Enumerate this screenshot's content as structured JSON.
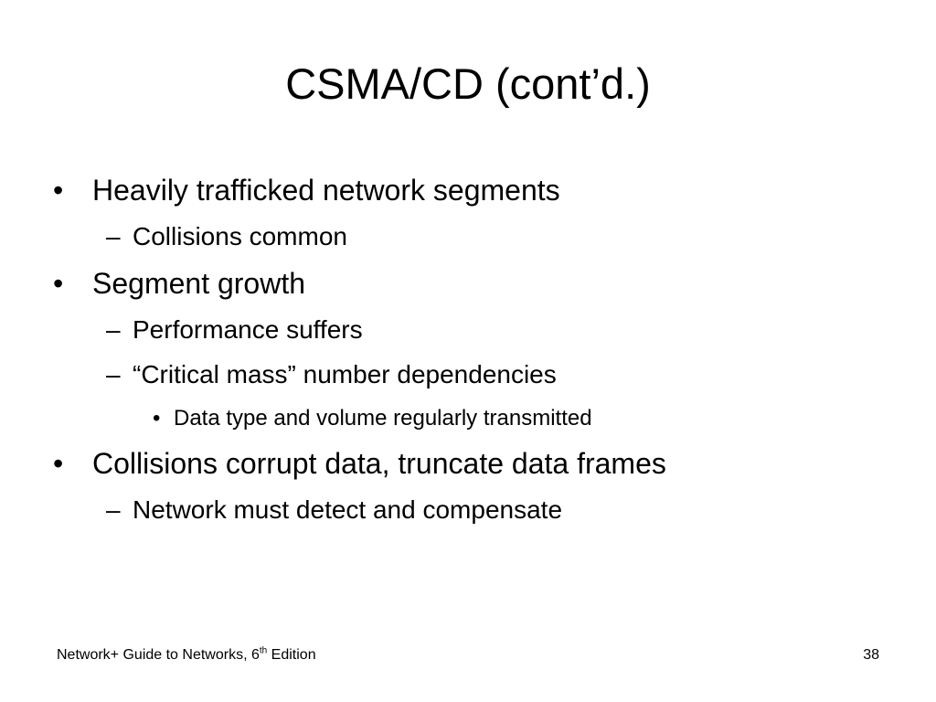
{
  "slide": {
    "title": "CSMA/CD (cont’d.)",
    "bullet_glyph": "•",
    "dash_glyph": "–",
    "items": [
      {
        "level": 1,
        "text": "Heavily trafficked network segments"
      },
      {
        "level": 2,
        "text": "Collisions common"
      },
      {
        "level": 1,
        "text": "Segment growth"
      },
      {
        "level": 2,
        "text": "Performance suffers"
      },
      {
        "level": 2,
        "text": "“Critical mass” number dependencies"
      },
      {
        "level": 3,
        "text": "Data type and volume regularly transmitted"
      },
      {
        "level": 1,
        "text": "Collisions corrupt data, truncate data frames"
      },
      {
        "level": 2,
        "text": "Network must detect and compensate"
      }
    ]
  },
  "footer": {
    "book_prefix": "Network+ Guide to Networks, 6",
    "edition_sup": "th",
    "edition_suffix": " Edition",
    "page_number": "38"
  }
}
